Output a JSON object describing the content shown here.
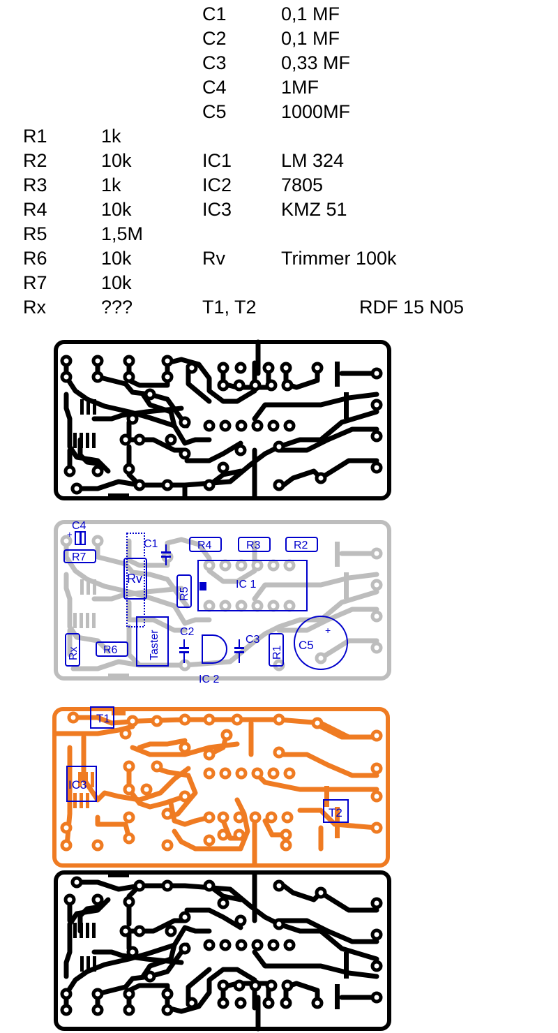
{
  "parts": {
    "capacitors": [
      {
        "ref": "C1",
        "value": "0,1 MF"
      },
      {
        "ref": "C2",
        "value": "0,1 MF"
      },
      {
        "ref": "C3",
        "value": "0,33 MF"
      },
      {
        "ref": "C4",
        "value": "1MF"
      },
      {
        "ref": "C5",
        "value": "1000MF"
      }
    ],
    "resistors": [
      {
        "ref": "R1",
        "value": "1k"
      },
      {
        "ref": "R2",
        "value": "10k"
      },
      {
        "ref": "R3",
        "value": "1k"
      },
      {
        "ref": "R4",
        "value": "10k"
      },
      {
        "ref": "R5",
        "value": "1,5M"
      },
      {
        "ref": "R6",
        "value": "10k"
      },
      {
        "ref": "R7",
        "value": "10k"
      },
      {
        "ref": "Rx",
        "value": "???"
      }
    ],
    "ics": [
      {
        "ref": "IC1",
        "value": "LM 324"
      },
      {
        "ref": "IC2",
        "value": "7805"
      },
      {
        "ref": "IC3",
        "value": "KMZ 51"
      }
    ],
    "trimmer": {
      "ref": "Rv",
      "value": "Trimmer 100k"
    },
    "transistors": {
      "ref": "T1, T2",
      "value": "RDF 15 N05"
    }
  },
  "placement": {
    "labels": {
      "C4": "C4",
      "plus_c4": "+",
      "R7": "R7",
      "Rv": "Rv",
      "C1": "C1",
      "R4": "R4",
      "R3": "R3",
      "R2": "R2",
      "R5": "R5",
      "IC1": "IC 1",
      "Rx": "Rx",
      "R6": "R6",
      "Taster": "Taster",
      "C2": "C2",
      "C3": "C3",
      "IC2": "IC 2",
      "R1": "R1",
      "C5": "C5",
      "plus_c5": "+"
    }
  },
  "top_view": {
    "labels": {
      "T1": "T1",
      "IC3": "IC3",
      "T2": "T2"
    }
  },
  "colors": {
    "copper_black": "#000000",
    "silk_gray": "#bdbdbd",
    "component_blue": "#0000cc",
    "top_orange": "#ef7b22"
  }
}
